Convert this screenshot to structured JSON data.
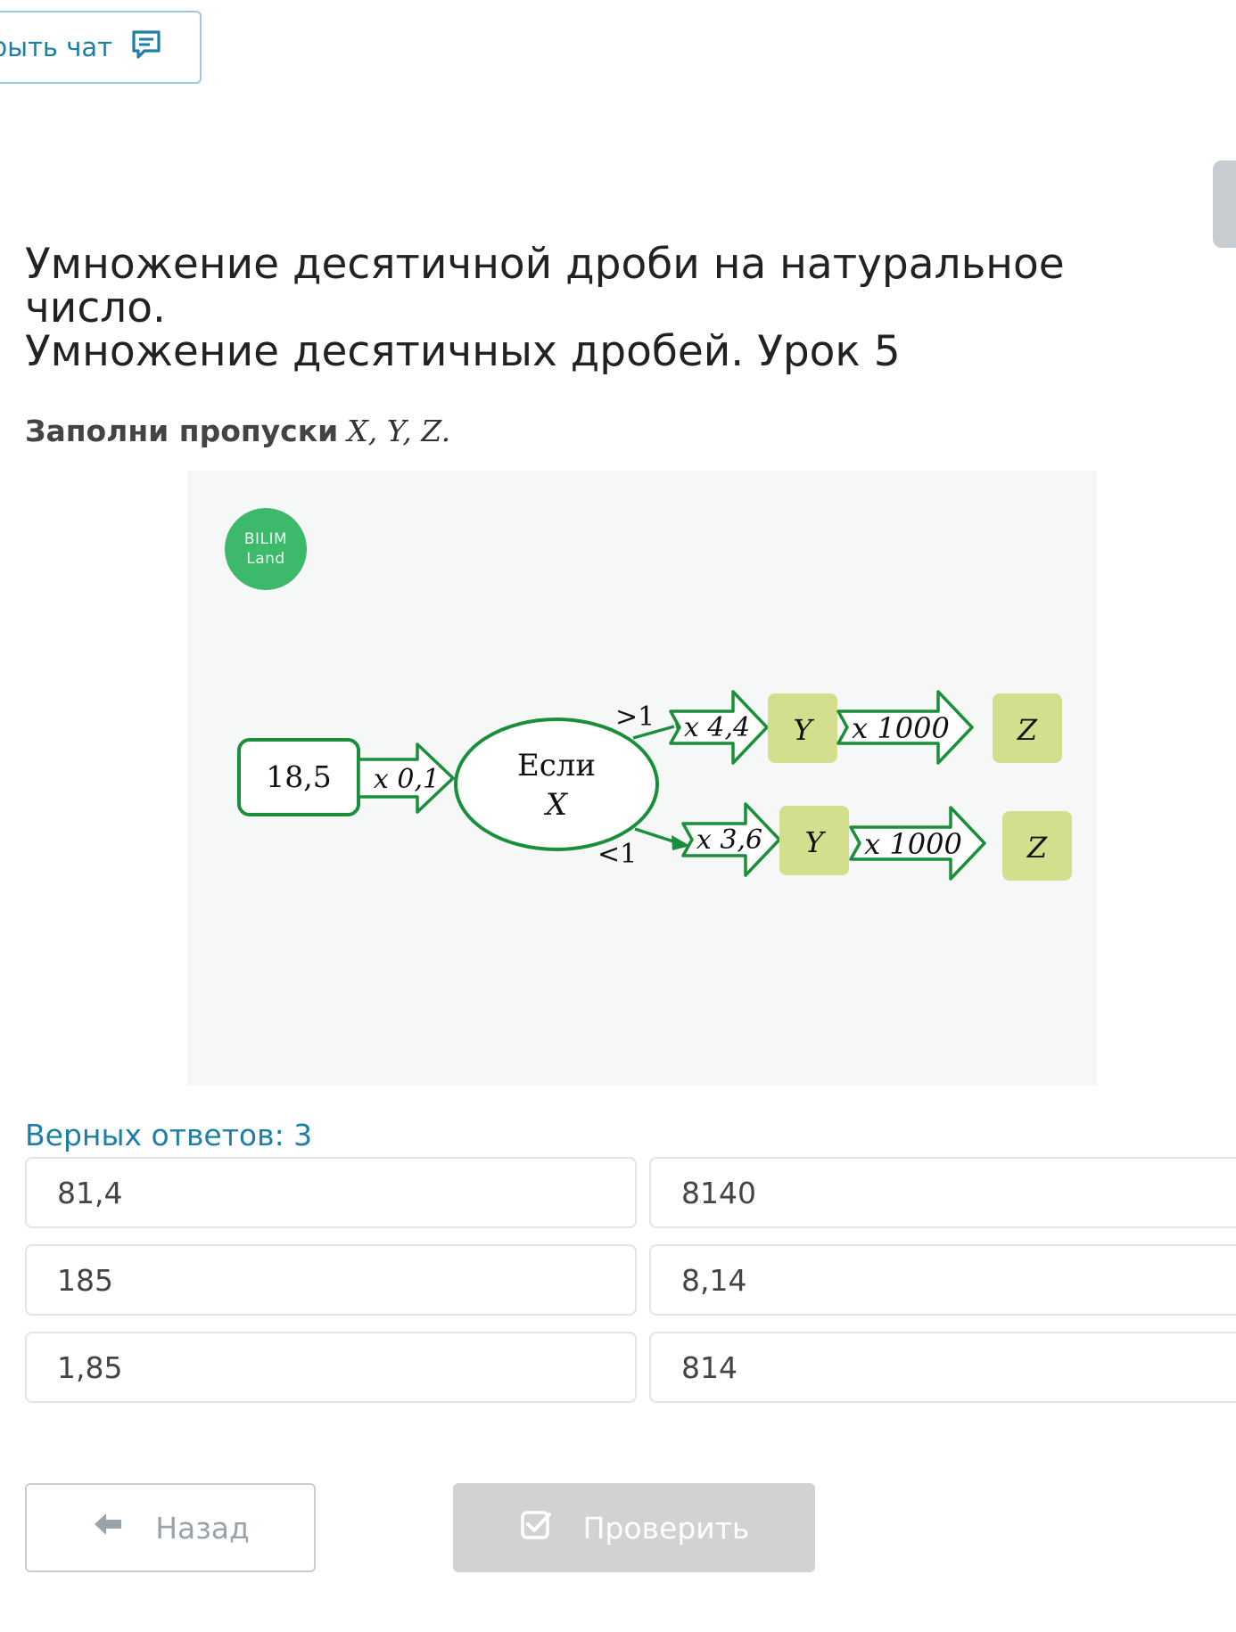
{
  "header": {
    "chat_button_label": "рыть чат"
  },
  "lesson": {
    "title_line1": "Умножение десятичной дроби на натуральное число.",
    "title_line2": "Умножение десятичных дробей. Урок 5"
  },
  "task": {
    "prompt_bold": "Заполни пропуски",
    "prompt_vars": "X, Y, Z."
  },
  "figure": {
    "logo_line1": "BILIM",
    "logo_line2": "Land",
    "start_value": "18,5",
    "arrow_first": "x 0,1",
    "condition_line1": "Если",
    "condition_line2": "X",
    "branch_upper_label": ">1",
    "branch_lower_label": "<1",
    "upper_multiply": "x 4,4",
    "lower_multiply": "x 3,6",
    "y_label": "Y",
    "multiply_1000": "x 1000",
    "z_label": "Z",
    "colors": {
      "green": "#1a8f3a",
      "box_fill": "#d3df8c"
    }
  },
  "answers": {
    "count_label": "Верных ответов: 3",
    "options": [
      "81,4",
      "8140",
      "185",
      "8,14",
      "1,85",
      "814"
    ]
  },
  "nav": {
    "back_label": "Назад",
    "check_label": "Проверить"
  }
}
